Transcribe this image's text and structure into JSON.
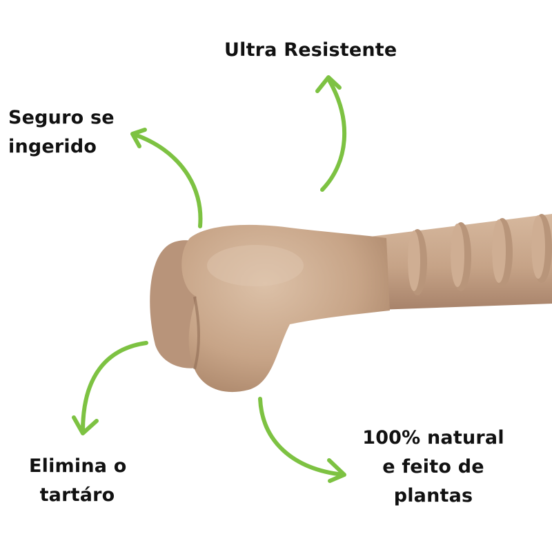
{
  "features": {
    "top": {
      "lines": [
        "Ultra Resistente"
      ]
    },
    "left": {
      "lines": [
        "Seguro se",
        "ingerido"
      ]
    },
    "bottom_left": {
      "lines": [
        "Elimina o",
        "tartáro"
      ]
    },
    "bottom_right": {
      "lines": [
        "100% natural",
        "e feito de",
        "plantas"
      ]
    }
  },
  "colors": {
    "arrow": "#7dc242",
    "bone": "#c8a488",
    "bone_shadow": "#a88367",
    "bone_highlight": "#dbbfa6",
    "text": "#111111"
  },
  "icons": {
    "arrows": "curved-arrow-icon",
    "product": "bone-toy-icon"
  }
}
